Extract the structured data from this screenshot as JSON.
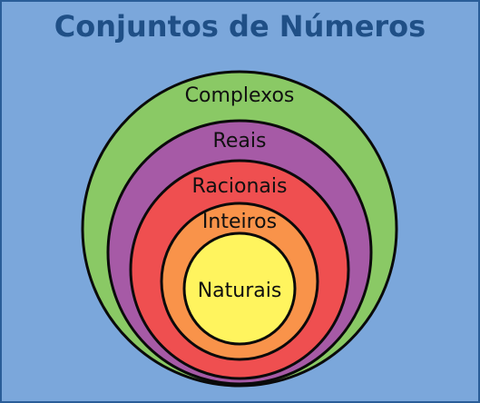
{
  "title": "Conjuntos de Números",
  "colors": {
    "background": "#7ba7db",
    "frame_border": "#2a5d98",
    "title": "#1f4f86",
    "outline": "#0a0a0a"
  },
  "sets": [
    {
      "label": "Complexos",
      "color": "#8ac965"
    },
    {
      "label": "Reais",
      "color": "#a65aa6"
    },
    {
      "label": "Racionais",
      "color": "#ef4f50"
    },
    {
      "label": "Inteiros",
      "color": "#f9934a"
    },
    {
      "label": "Naturais",
      "color": "#fff45e"
    }
  ]
}
